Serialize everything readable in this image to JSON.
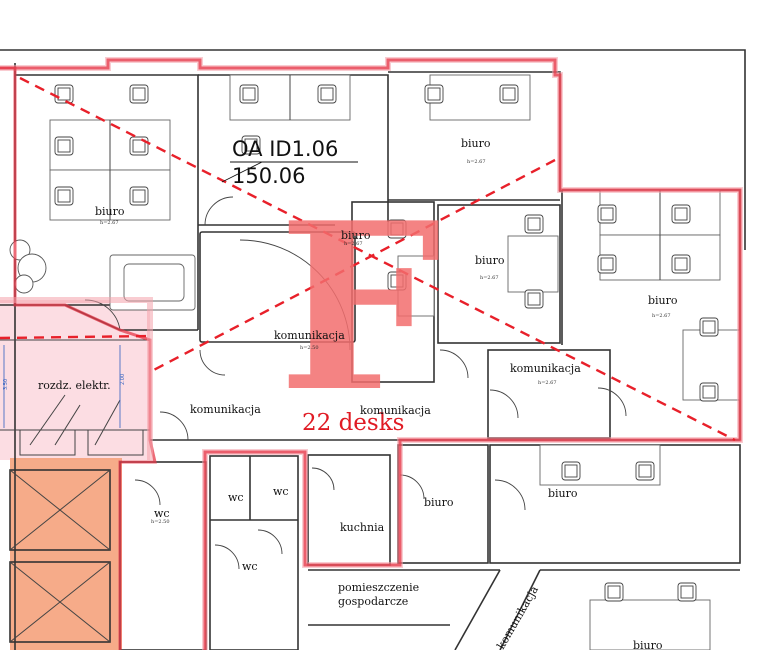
{
  "zone": {
    "letter": "F",
    "id_label": "OA ID1.06",
    "area": "150.06",
    "desks": "22 desks",
    "accent_color": "#e01b24",
    "zone_fill": "#f26d6d",
    "service_fill": "#f5a27c",
    "electrical_fill": "#fbd5dc"
  },
  "rooms": {
    "biuro_nw": {
      "name": "biuro",
      "height": "h=2.67"
    },
    "biuro_n": {
      "name": "biuro",
      "height": "h=2.67"
    },
    "biuro_center": {
      "name": "biuro",
      "height": "h=2.67"
    },
    "biuro_mid": {
      "name": "biuro",
      "height": "h=2.67"
    },
    "biuro_e": {
      "name": "biuro",
      "height": "h=2.67"
    },
    "komunikacja_center": {
      "name": "komunikacja",
      "height": "h=2.50"
    },
    "komunikacja_e": {
      "name": "komunikacja",
      "height": "h=2.67"
    },
    "komunikacja_w": {
      "name": "komunikacja"
    },
    "komunikacja_s": {
      "name": "komunikacja"
    },
    "komunikacja_diag": {
      "name": "komunikacja"
    },
    "rozdz": {
      "name": "rozdz. elektr."
    },
    "wc_big": {
      "name": "wc",
      "height": "h=2.50"
    },
    "wc_1": {
      "name": "wc"
    },
    "wc_2": {
      "name": "wc"
    },
    "wc_3": {
      "name": "wc"
    },
    "kuchnia": {
      "name": "kuchnia"
    },
    "biuro_s1": {
      "name": "biuro"
    },
    "biuro_s2": {
      "name": "biuro"
    },
    "biuro_se": {
      "name": "biuro"
    },
    "gosp_1": {
      "name": "pomieszczenie"
    },
    "gosp_2": {
      "name": "gospodarcze"
    }
  },
  "dimensions": {
    "dim_left": "3.50",
    "dim_right": "2.00"
  }
}
